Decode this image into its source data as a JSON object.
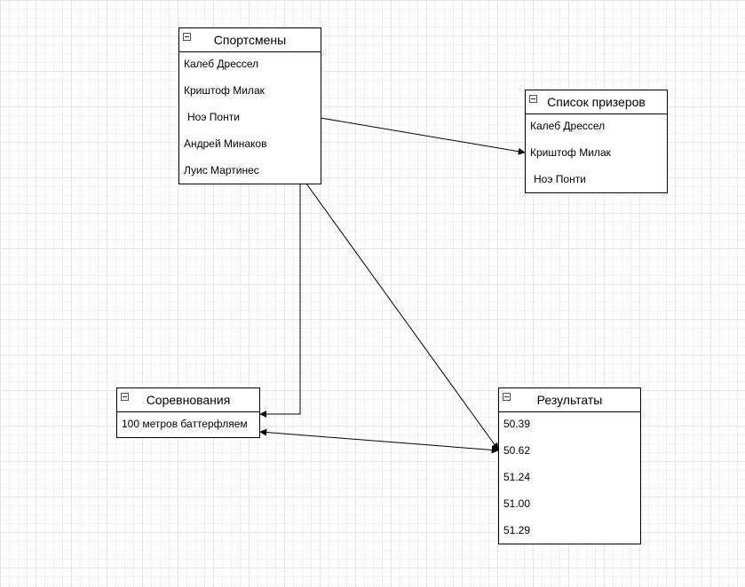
{
  "entities": {
    "athletes": {
      "title": "Спортсмены",
      "rows": [
        "Калеб Дрессел",
        "Криштоф Милак",
        "Ноэ Понти",
        "Андрей Минаков",
        "Луис Мартинес"
      ]
    },
    "winners": {
      "title": "Список призеров",
      "rows": [
        "Калеб Дрессел",
        "Криштоф Милак",
        "Ноэ Понти"
      ]
    },
    "competitions": {
      "title": "Соревнования",
      "rows": [
        "100 метров баттерфляем"
      ]
    },
    "results": {
      "title": "Результаты",
      "rows": [
        "50.39",
        "50.62",
        "51.24",
        "51.00",
        "51.29"
      ]
    }
  },
  "colors": {
    "line": "#000000",
    "grid": "#e4e4e4"
  }
}
